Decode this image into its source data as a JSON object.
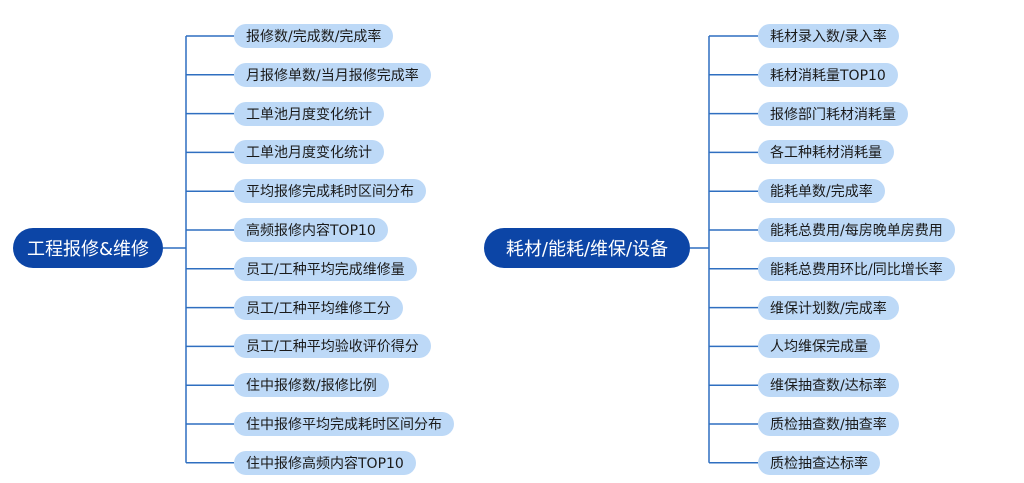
{
  "colors": {
    "root_bg": "#0c45a6",
    "root_text": "#ffffff",
    "leaf_bg": "#bdd9f7",
    "line": "#2f6fc0"
  },
  "left_branch": {
    "label": "工程报修&维修",
    "items": [
      "报修数/完成数/完成率",
      "月报修单数/当月报修完成率",
      "工单池月度变化统计",
      "工单池月度变化统计",
      "平均报修完成耗时区间分布",
      "高频报修内容TOP10",
      "员工/工种平均完成维修量",
      "员工/工种平均维修工分",
      "员工/工种平均验收评价得分",
      "住中报修数/报修比例",
      "住中报修平均完成耗时区间分布",
      "住中报修高频内容TOP10"
    ]
  },
  "right_branch": {
    "label": "耗材/能耗/维保/设备",
    "items": [
      "耗材录入数/录入率",
      "耗材消耗量TOP10",
      "报修部门耗材消耗量",
      "各工种耗材消耗量",
      "能耗单数/完成率",
      "能耗总费用/每房晚单房费用",
      "能耗总费用环比/同比增长率",
      "维保计划数/完成率",
      "人均维保完成量",
      "维保抽查数/达标率",
      "质检抽查数/抽查率",
      "质检抽查达标率"
    ]
  }
}
